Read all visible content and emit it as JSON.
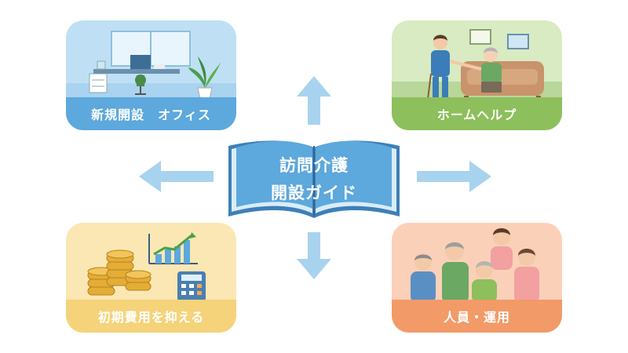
{
  "center": {
    "title_line1": "訪問介護",
    "title_line2": "開設ガイド"
  },
  "cards": {
    "office": {
      "label": "新規開設　オフィス"
    },
    "home": {
      "label": "ホームヘルプ"
    },
    "cost": {
      "label": "初期費用を抑える"
    },
    "staff": {
      "label": "人員・運用"
    }
  },
  "colors": {
    "blue": "#5da8dc",
    "green": "#8dbf5c",
    "yellow": "#f5d37a",
    "orange": "#f29a68",
    "arrow": "#a8d3ee"
  }
}
